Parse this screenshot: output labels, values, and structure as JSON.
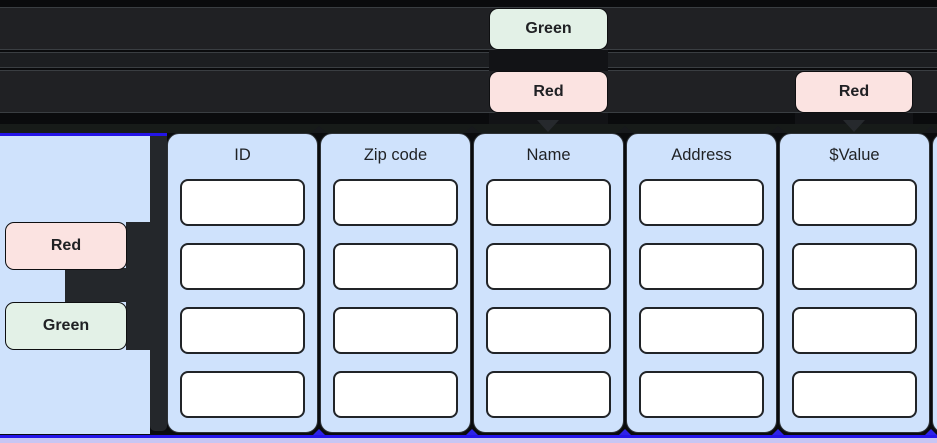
{
  "callouts": {
    "top_green": {
      "label": "Green"
    },
    "top_red_name": {
      "label": "Red"
    },
    "top_red_value": {
      "label": "Red"
    },
    "left_red": {
      "label": "Red"
    },
    "left_green": {
      "label": "Green"
    }
  },
  "table": {
    "columns": [
      {
        "header": "ID",
        "rows": 4
      },
      {
        "header": "Zip code",
        "rows": 4
      },
      {
        "header": "Name",
        "rows": 4
      },
      {
        "header": "Address",
        "rows": 4
      },
      {
        "header": "$Value",
        "rows": 4
      }
    ]
  },
  "colors": {
    "background": "#0a0b0d",
    "row_band": "#202124",
    "panel_blue": "#cfe2fc",
    "badge_green": "#e3f1e7",
    "badge_red": "#fbe3e1",
    "accent_blue": "#2415e8",
    "lavender_strip": "#c8c6f4",
    "cell_fill": "#ffffff"
  }
}
